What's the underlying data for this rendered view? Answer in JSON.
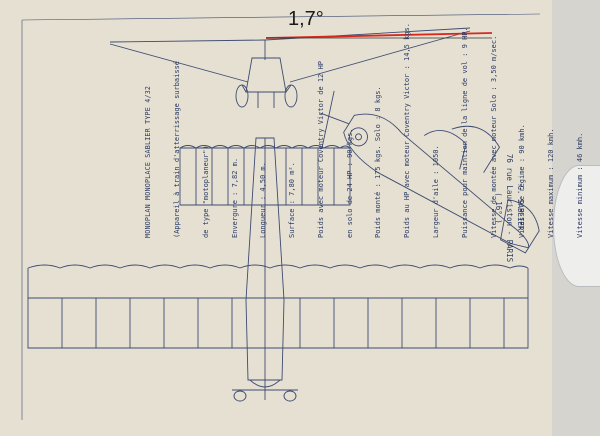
{
  "annotation": {
    "angle_label": "1,7°",
    "line_color": "#d8281e"
  },
  "spec_sheet": {
    "title": "MONOPLAN MONOPLACE SABLIER TYPE 4/32",
    "lines": [
      "(Appareil à train d'atterrissage surbaissé",
      "de type \"motoplaneur\")",
      "Envergure : 7,82 m.",
      "Longueur : 4,50 m.",
      "Surface : 7,80 m².",
      "Poids avec moteur Coventry Victor de 12 HP",
      "en solo de 24 HP : 90 kgs.",
      "Poids monté : 175 kgs. Solo : 8 kgs.",
      "Poids au HP avec moteur Coventry Victor : 14,5 kgs.",
      "Largeur d'aile : 1050.",
      "Puissance pour maintien de la ligne de vol : 9 HP.",
      "Vitesse de montée avec moteur Solo : 3,50 m/sec.",
      "Vitesse de régime : 90 kmh.",
      "Vitesse maximum : 120 kmh.",
      "Vitesse minimum : 46 kmh."
    ]
  },
  "address_block": {
    "lines": [
      "G. SABLIER",
      "76 rue Lauriston - PARIS",
      "( 16° )"
    ]
  },
  "colors": {
    "paper": "#e5e0d2",
    "ink": "#2b3a63",
    "folder": "#d6d4cf"
  }
}
